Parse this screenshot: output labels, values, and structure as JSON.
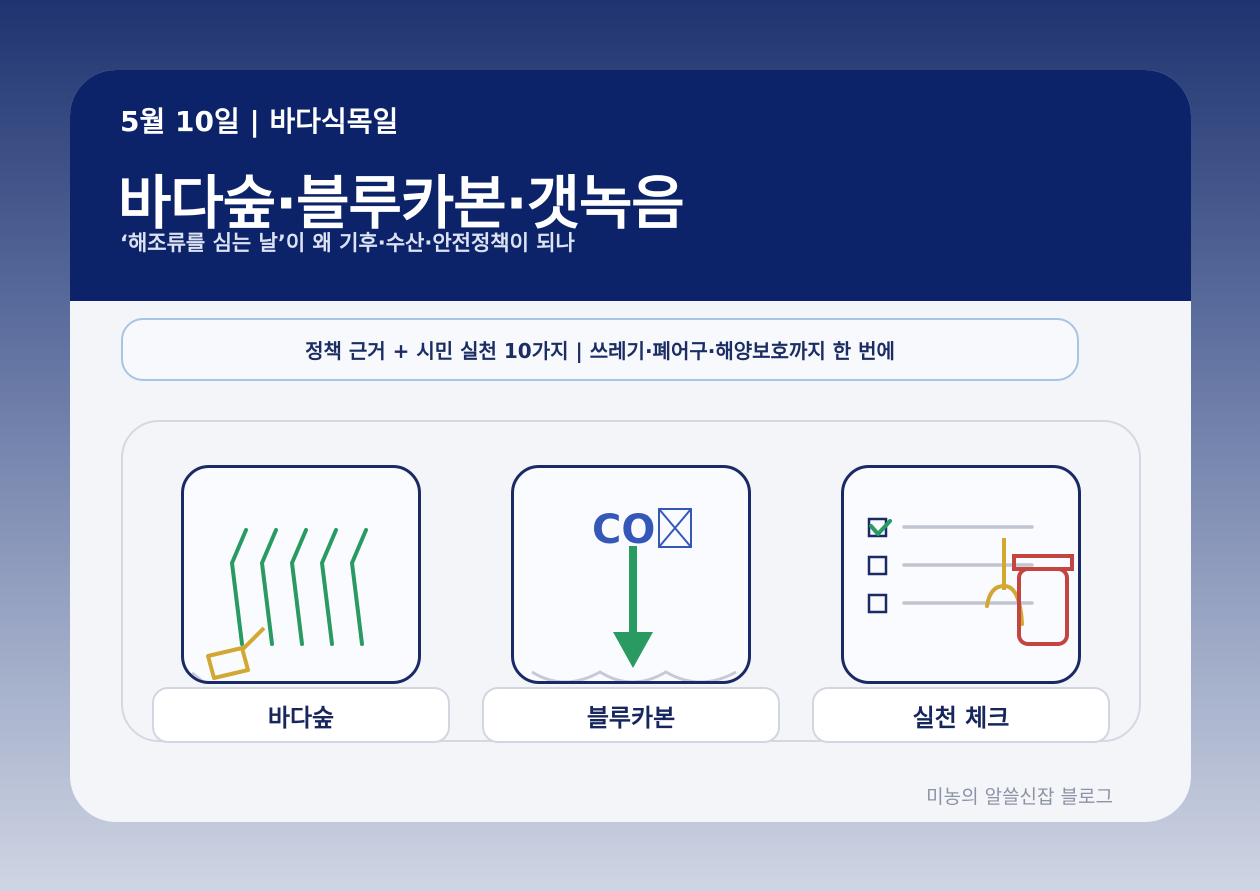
{
  "header": {
    "date_line": "5월 10일 | 바다식목일",
    "title": "바다숲·블루카본·갯녹음",
    "subtitle": "‘해조류를 심는 날’이 왜 기후·수산·안전정책이 되나"
  },
  "summary_pill": "정책 근거 + 시민 실천 10가지 | 쓰레기·폐어구·해양보호까지 한 번에",
  "cards": [
    {
      "label": "바다숲",
      "icon": "seaweed-icon"
    },
    {
      "label": "블루카본",
      "icon": "co2-down-arrow-icon",
      "icon_text": "CO",
      "icon_glyph": "⊠"
    },
    {
      "label": "실천 체크",
      "icon": "checklist-icon"
    }
  ],
  "footer": "미농의 알쓸신잡 블로그",
  "colors": {
    "header_bg": "#0c2369",
    "accent_green": "#2a9a63",
    "accent_blue": "#3557b8",
    "accent_gold": "#d2a832",
    "accent_red": "#c4443f"
  }
}
